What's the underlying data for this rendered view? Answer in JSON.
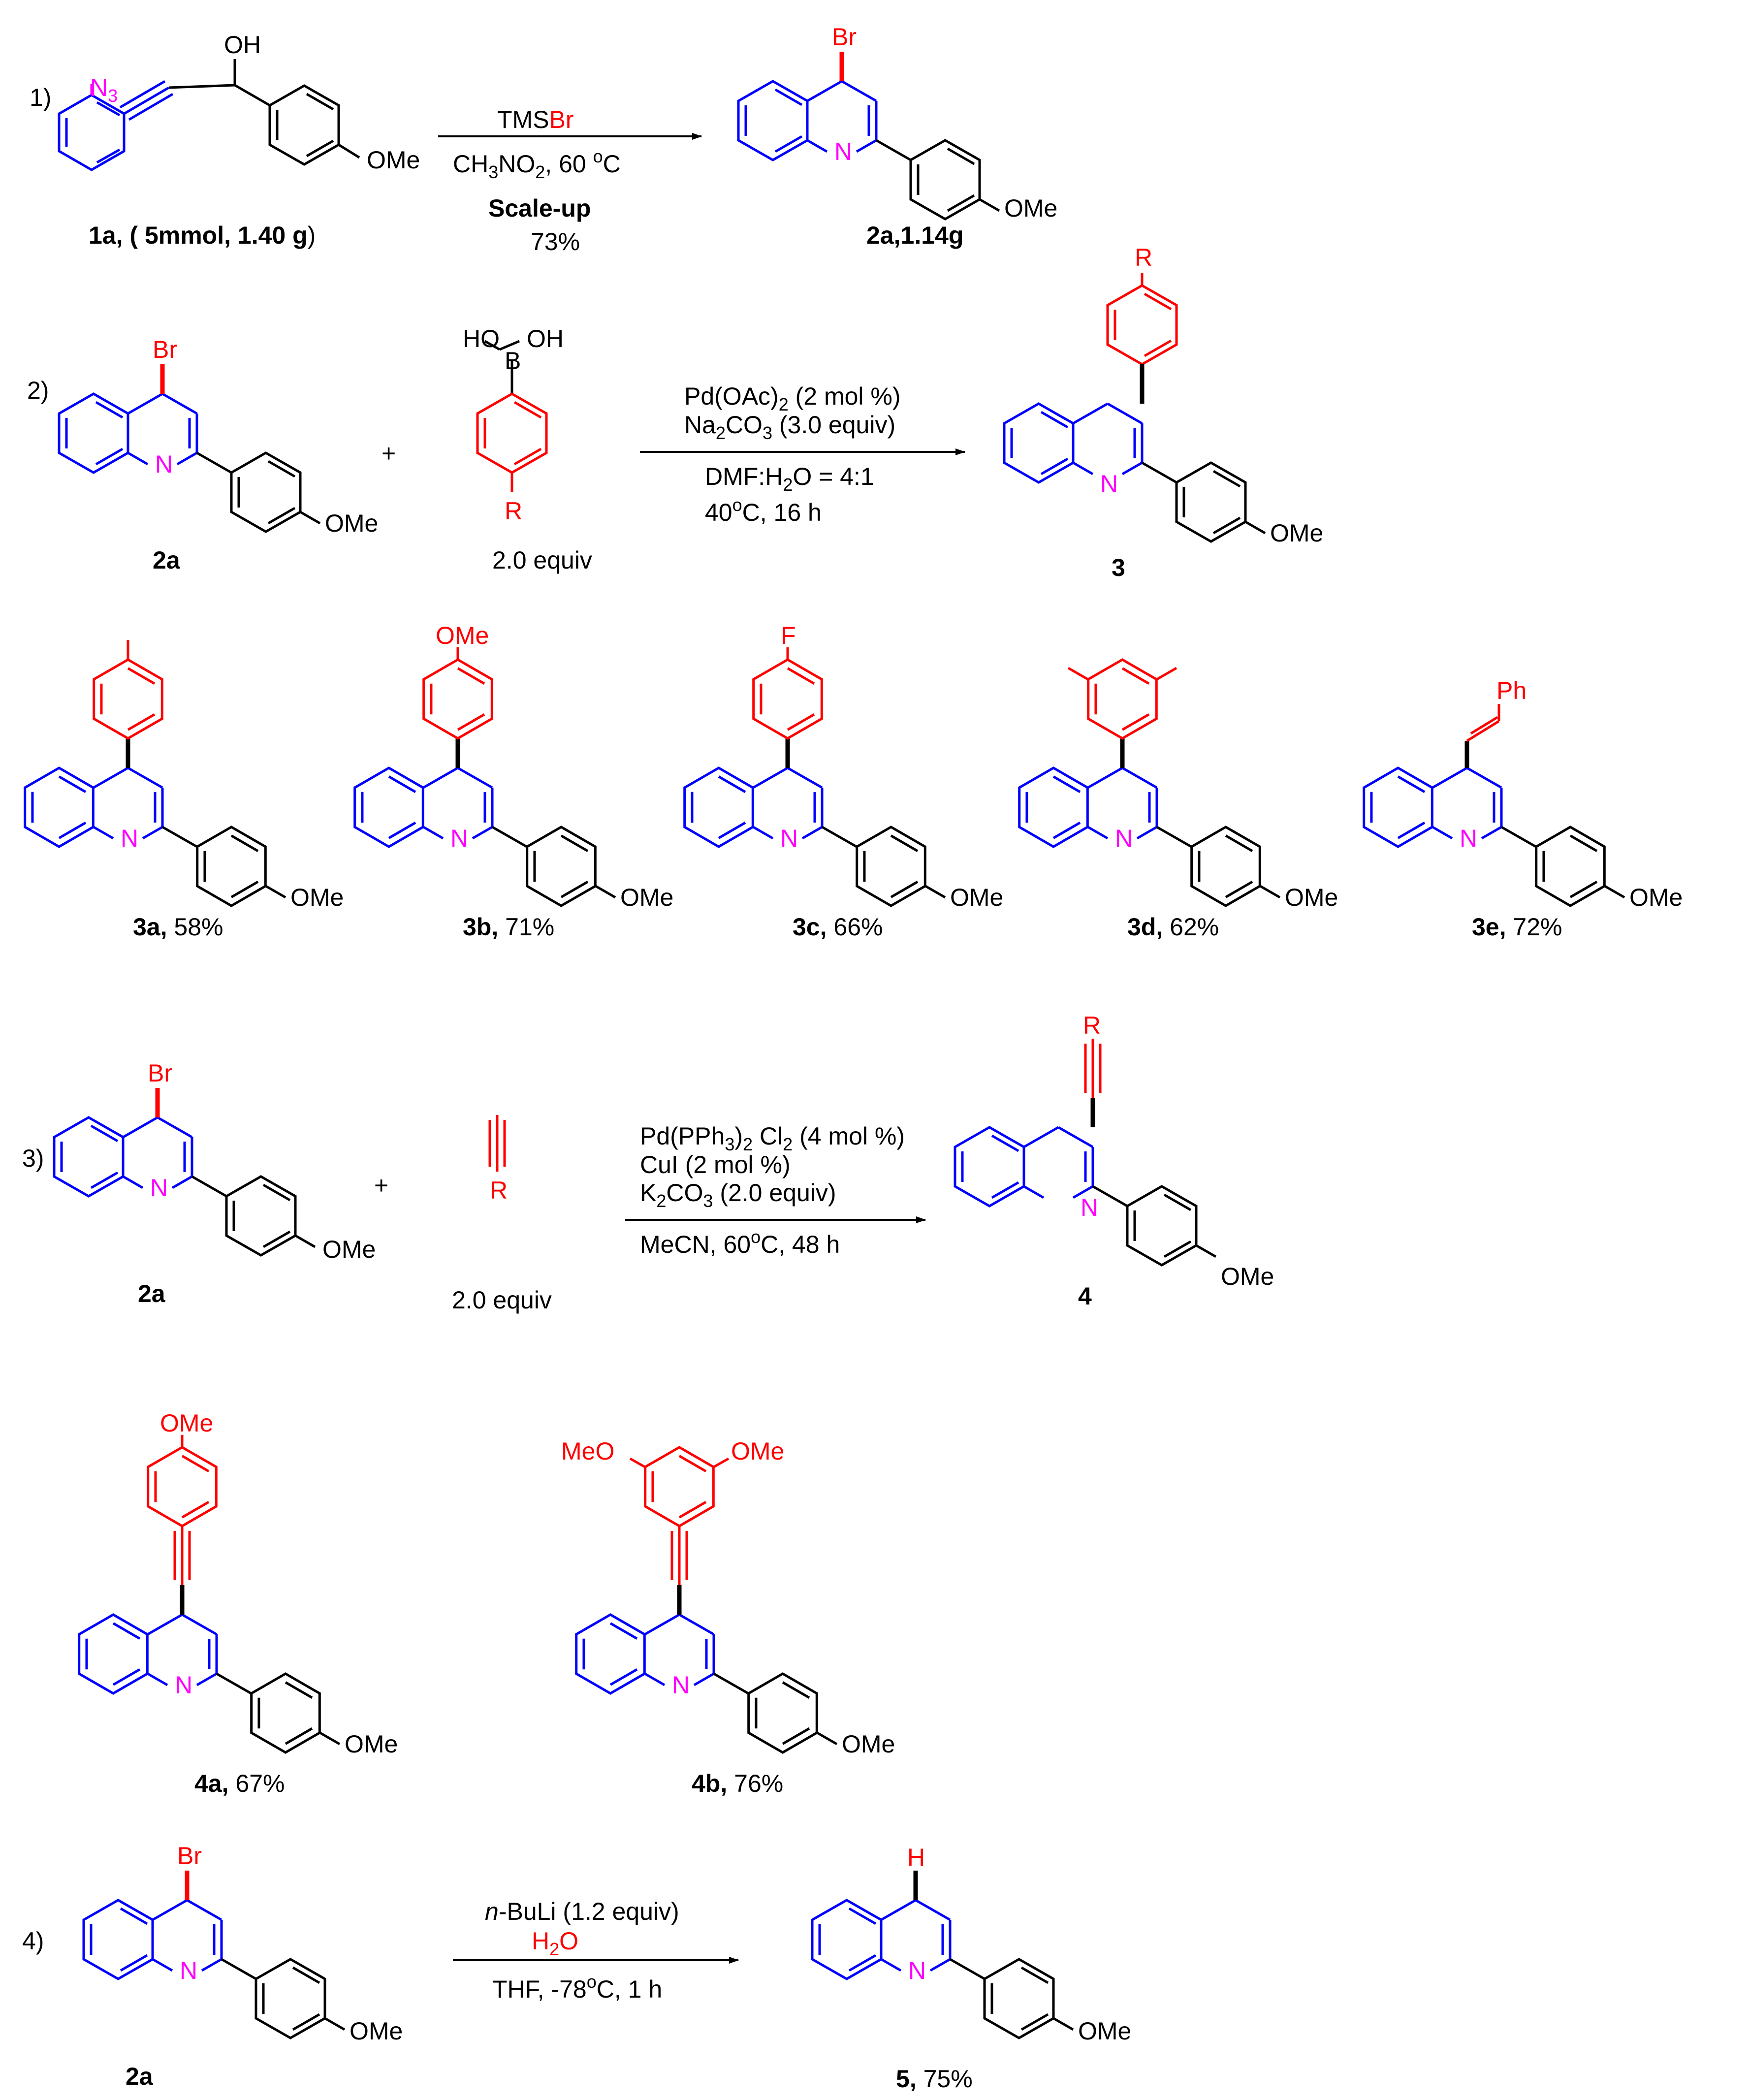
{
  "colors": {
    "quinoline": "#0000ff",
    "substituent": "#ff0000",
    "nitrogen_and_azide": "#ff00ff",
    "default": "#000000"
  },
  "step1": {
    "number": "1)",
    "azide_label": "N",
    "azide_subscript": "3",
    "hydroxyl": "OH",
    "methoxy": "OMe",
    "reagent_prefix": "TMS",
    "reagent_bromine": "Br",
    "solvent_a": "CH",
    "solvent_b": "3",
    "solvent_c": "NO",
    "solvent_d": "2",
    "solvent_e": ", 60 ",
    "solvent_deg": "o",
    "solvent_f": "C",
    "scale_up": "Scale-up",
    "yield": "73%",
    "sm_id": "1a,",
    "sm_open": " ( ",
    "sm_amount": "5mmol, 1.40 g",
    "sm_close": ")",
    "product_bromo": "Br",
    "product_n": "N",
    "product_methoxy": "OMe",
    "product_label": "2a,1.14g"
  },
  "step2": {
    "number": "2)",
    "bromo": "Br",
    "n": "N",
    "methoxy": "OMe",
    "sm_label": "2a",
    "plus": "+",
    "boronic_ho": "HO",
    "boronic_b": "B",
    "boronic_oh": "OH",
    "boronic_r": "R",
    "equiv": "2.0 equiv",
    "cond1_a": "Pd(OAc)",
    "cond1_b": "2",
    "cond1_c": " (2 mol %)",
    "cond2_a": "Na",
    "cond2_b": "2",
    "cond2_c": "CO",
    "cond2_d": "3",
    "cond2_e": " (3.0 equiv)",
    "cond3_a": "DMF:H",
    "cond3_b": "2",
    "cond3_c": "O = 4:1",
    "cond4_a": "40",
    "cond4_deg": "o",
    "cond4_b": "C, 16 h",
    "product_r": "R",
    "product_n": "N",
    "product_methoxy": "OMe",
    "product_label": "3"
  },
  "products3": [
    {
      "id": "3a",
      "yield": " 58%",
      "sub": "",
      "n": "N",
      "methoxy": "OMe"
    },
    {
      "id": "3b",
      "yield": " 71%",
      "sub": "OMe",
      "n": "N",
      "methoxy": "OMe"
    },
    {
      "id": "3c",
      "yield": " 66%",
      "sub": "F",
      "n": "N",
      "methoxy": "OMe"
    },
    {
      "id": "3d",
      "yield": " 62%",
      "sub": "",
      "n": "N",
      "methoxy": "OMe"
    },
    {
      "id": "3e",
      "yield": " 72%",
      "sub": "Ph",
      "n": "N",
      "methoxy": "OMe"
    }
  ],
  "comma": ",",
  "step3": {
    "number": "3)",
    "bromo": "Br",
    "n": "N",
    "methoxy": "OMe",
    "sm_label": "2a",
    "plus": "+",
    "alkyne_r": "R",
    "equiv": "2.0 equiv",
    "cond1_a": "Pd(PPh",
    "cond1_b": "3",
    "cond1_c": ")",
    "cond1_d": "2",
    "cond1_e": " Cl",
    "cond1_f": "2",
    "cond1_g": " (4 mol %)",
    "cond2": "CuI (2 mol %)",
    "cond3_a": "K",
    "cond3_b": "2",
    "cond3_c": "CO",
    "cond3_d": "3",
    "cond3_e": " (2.0 equiv)",
    "cond4_a": "MeCN, 60",
    "cond4_deg": "o",
    "cond4_b": "C, 48 h",
    "product_r": "R",
    "product_n": "N",
    "product_methoxy": "OMe",
    "product_label": "4"
  },
  "products4": [
    {
      "id": "4a",
      "yield": " 67%",
      "sub": "OMe",
      "n": "N",
      "methoxy": "OMe"
    },
    {
      "id": "4b",
      "yield": " 76%",
      "sub_left": "MeO",
      "sub_right": "OMe",
      "n": "N",
      "methoxy": "OMe"
    }
  ],
  "step4": {
    "number": "4)",
    "bromo": "Br",
    "n": "N",
    "methoxy": "OMe",
    "sm_label": "2a",
    "cond1_italic": "n",
    "cond1_rest": "-BuLi (1.2 equiv)",
    "cond2_a": "H",
    "cond2_b": "2",
    "cond2_c": "O",
    "cond3_a": "THF, -78",
    "cond3_deg": "o",
    "cond3_b": "C, 1 h",
    "product_h": "H",
    "product_n": "N",
    "product_methoxy": "OMe",
    "product_id": "5",
    "product_yield": " 75%"
  }
}
